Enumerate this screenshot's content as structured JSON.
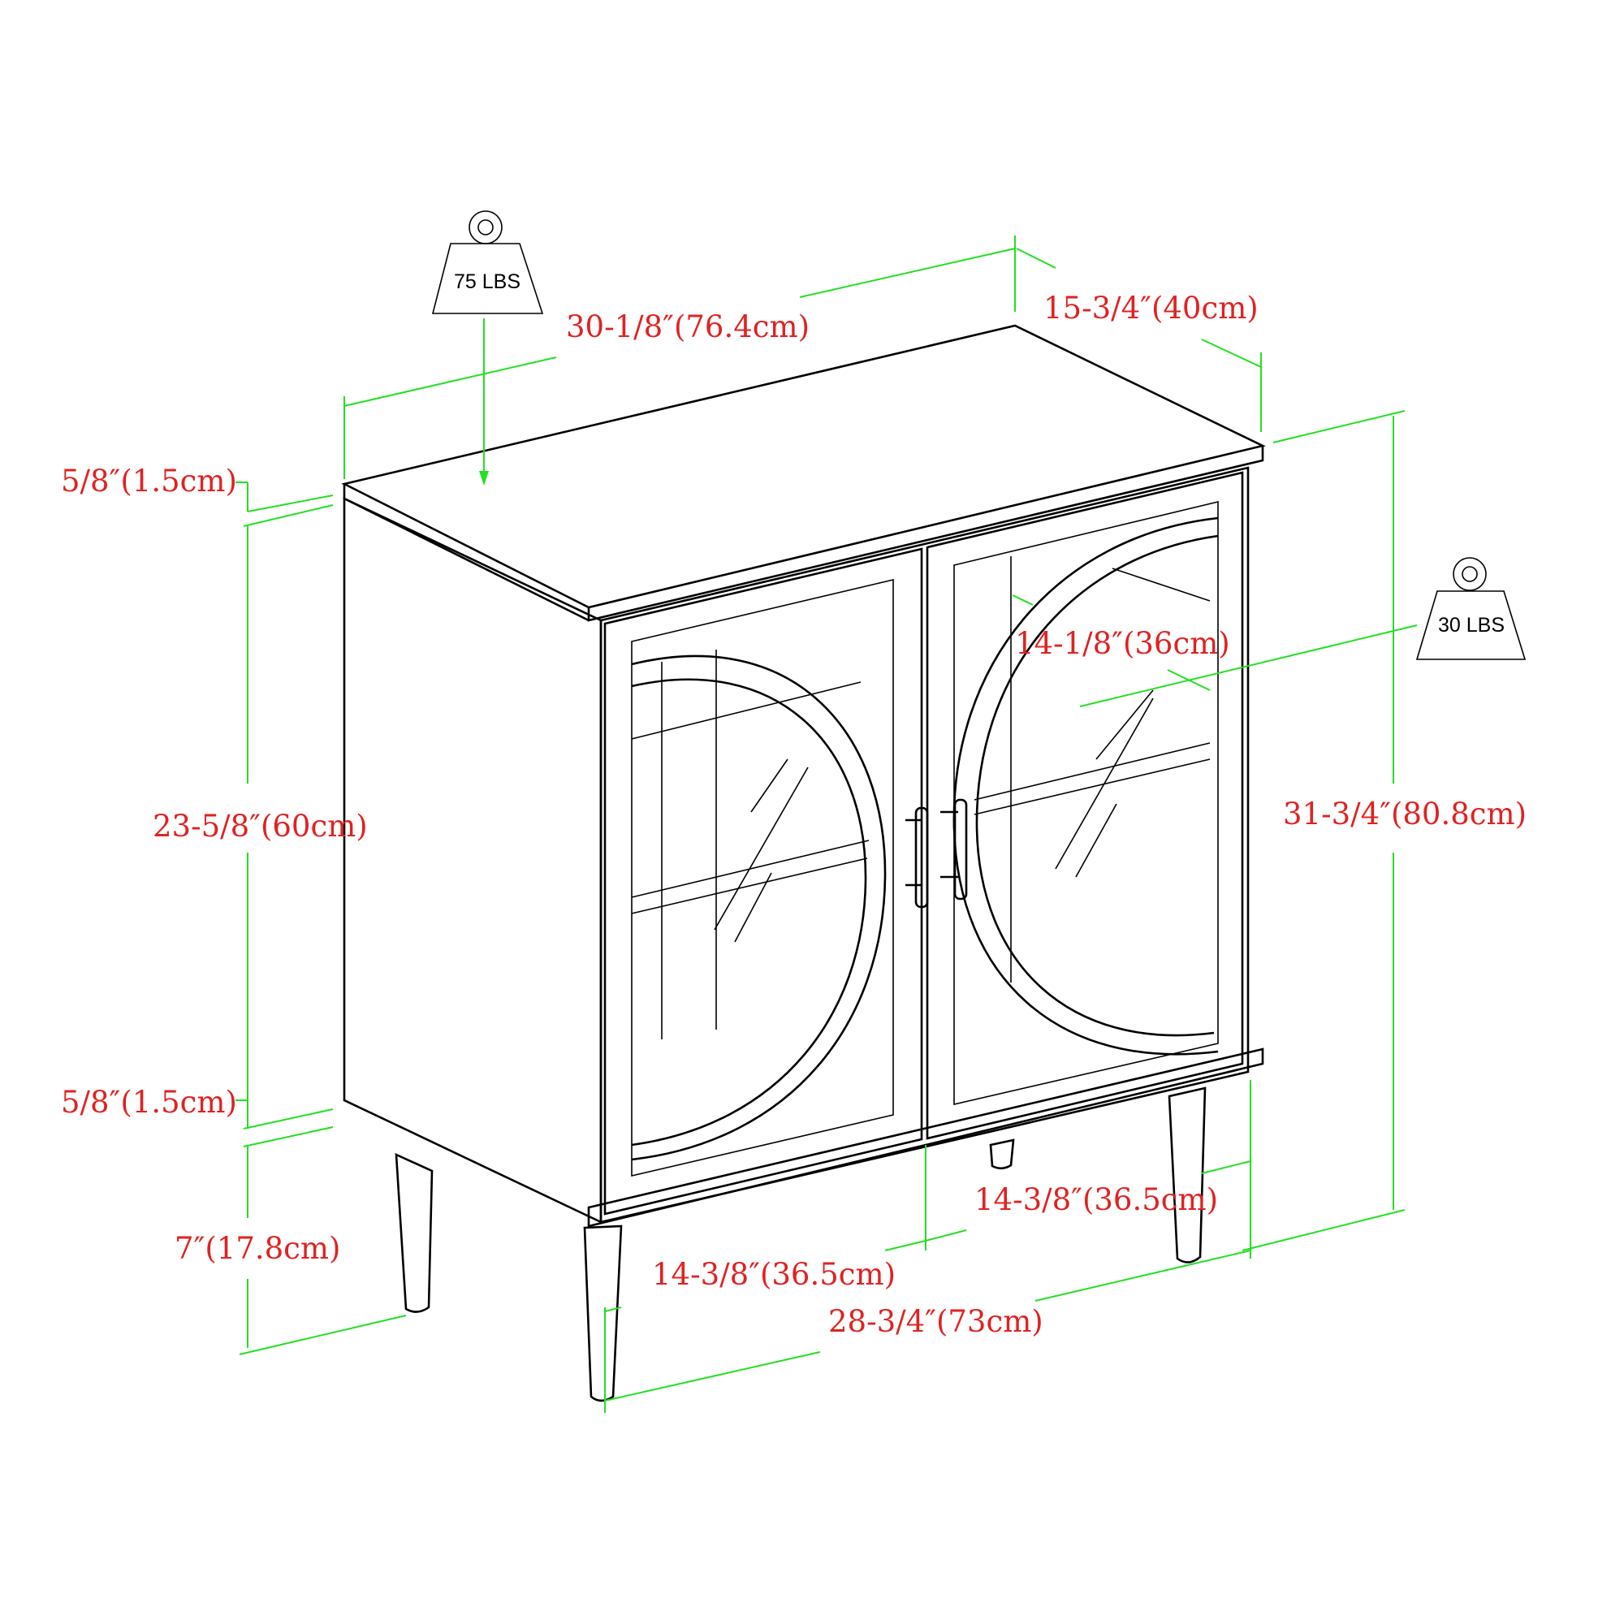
{
  "weights": {
    "top_capacity": "75 LBS",
    "shelf_capacity": "30 LBS"
  },
  "dimensions": {
    "top_width": "30-1/8″(76.4cm)",
    "depth": "15-3/4″(40cm)",
    "top_thickness": "5/8″(1.5cm)",
    "cabinet_height": "23-5/8″(60cm)",
    "bottom_thickness": "5/8″(1.5cm)",
    "leg_height": "7″(17.8cm)",
    "shelf_depth": "14-1/8″(36cm)",
    "total_height": "31-3/4″(80.8cm)",
    "door_width_right": "14-3/8″(36.5cm)",
    "door_width_left": "14-3/8″(36.5cm)",
    "base_width": "28-3/4″(73cm)"
  },
  "colors": {
    "dimension_text": "#e02222",
    "dimension_lines": "#22e022",
    "outline": "#000000"
  }
}
